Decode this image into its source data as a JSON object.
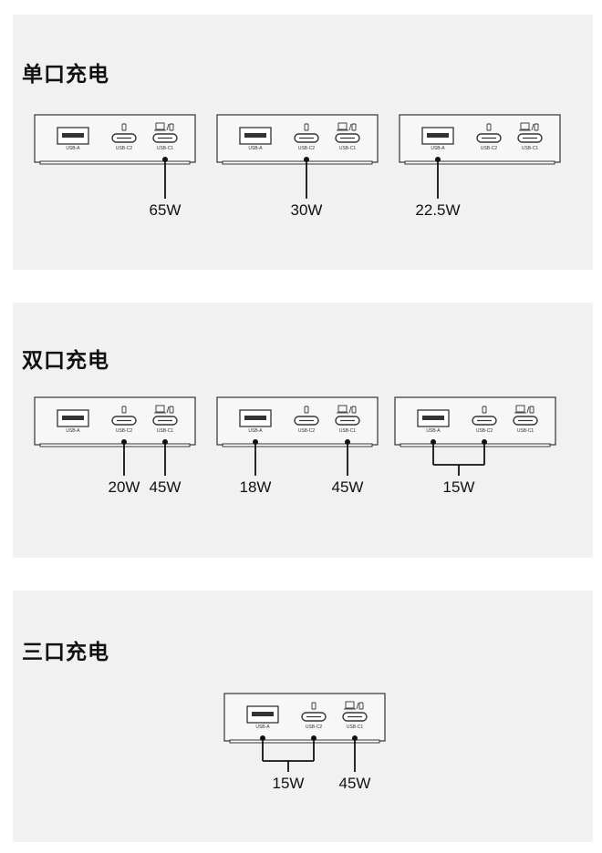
{
  "sections": [
    {
      "title": "单口充电",
      "devices": [
        {
          "port_labels": [
            "USB-A",
            "USB-C2",
            "USB-C1"
          ],
          "outputs": [
            {
              "ports": [
                "USB-C1"
              ],
              "power": "65W"
            }
          ]
        },
        {
          "port_labels": [
            "USB-A",
            "USB-C2",
            "USB-C1"
          ],
          "outputs": [
            {
              "ports": [
                "USB-C2"
              ],
              "power": "30W"
            }
          ]
        },
        {
          "port_labels": [
            "USB-A",
            "USB-C2",
            "USB-C1"
          ],
          "outputs": [
            {
              "ports": [
                "USB-A"
              ],
              "power": "22.5W"
            }
          ]
        }
      ]
    },
    {
      "title": "双口充电",
      "devices": [
        {
          "port_labels": [
            "USB-A",
            "USB-C2",
            "USB-C1"
          ],
          "outputs": [
            {
              "ports": [
                "USB-C2"
              ],
              "power": "20W"
            },
            {
              "ports": [
                "USB-C1"
              ],
              "power": "45W"
            }
          ]
        },
        {
          "port_labels": [
            "USB-A",
            "USB-C2",
            "USB-C1"
          ],
          "outputs": [
            {
              "ports": [
                "USB-A"
              ],
              "power": "18W"
            },
            {
              "ports": [
                "USB-C1"
              ],
              "power": "45W"
            }
          ]
        },
        {
          "port_labels": [
            "USB-A",
            "USB-C2",
            "USB-C1"
          ],
          "outputs": [
            {
              "ports": [
                "USB-A",
                "USB-C2"
              ],
              "power": "15W"
            }
          ]
        }
      ]
    },
    {
      "title": "三口充电",
      "devices": [
        {
          "port_labels": [
            "USB-A",
            "USB-C2",
            "USB-C1"
          ],
          "outputs": [
            {
              "ports": [
                "USB-A",
                "USB-C2"
              ],
              "power": "15W"
            },
            {
              "ports": [
                "USB-C1"
              ],
              "power": "45W"
            }
          ]
        }
      ]
    }
  ],
  "colors": {
    "panel": "#f1f1f1",
    "line": "#111111",
    "device_stroke": "#333333"
  }
}
